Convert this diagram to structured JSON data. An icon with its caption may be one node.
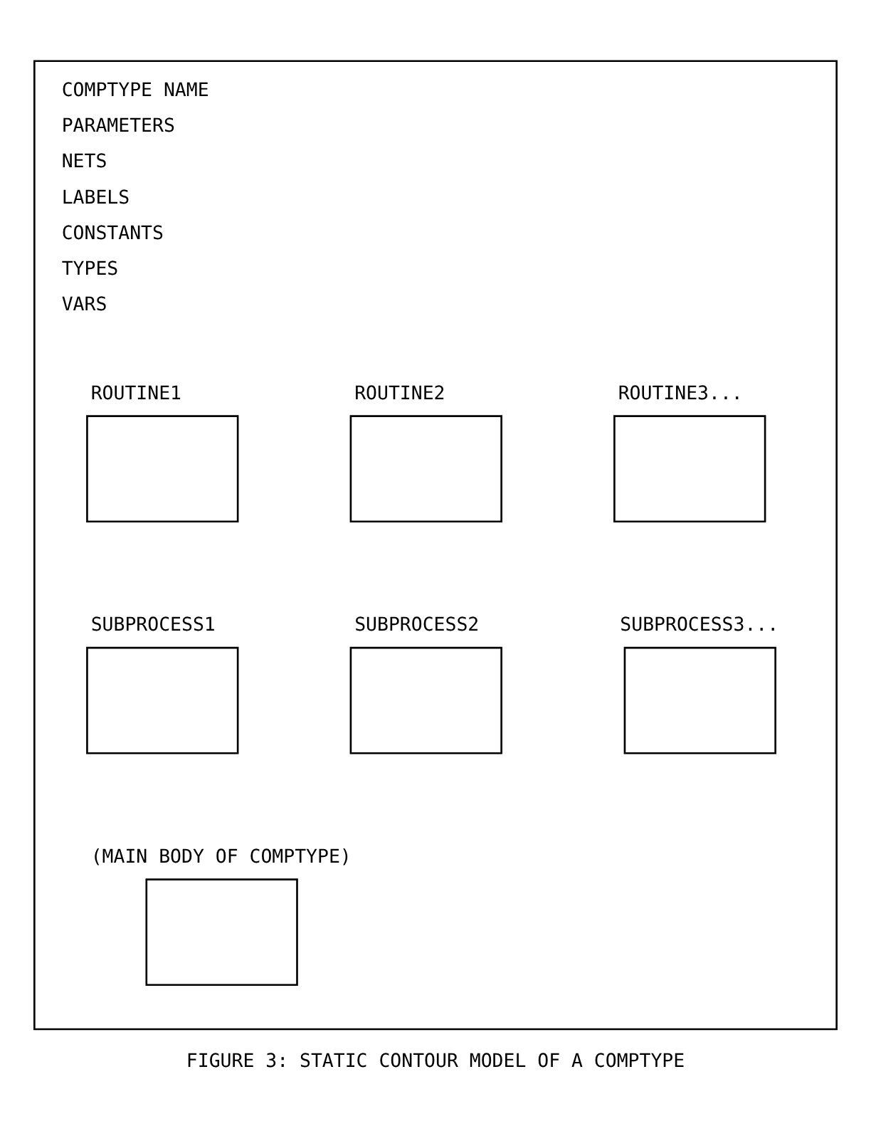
{
  "diagram": {
    "caption": "FIGURE 3: STATIC CONTOUR MODEL OF A COMPTYPE",
    "nodes": [
      {
        "text": [
          "COMPTYPE NAME",
          "PARAMETERS",
          "NETS",
          "LABELS",
          "CONSTANTS",
          "TYPES",
          "VARS"
        ]
      },
      {
        "text": [
          "ROUTINE1"
        ],
        "in": 0
      },
      {
        "text": [
          "ROUTINE2"
        ],
        "in": 0
      },
      {
        "text": [
          "ROUTINE3..."
        ],
        "in": 0
      },
      {
        "text": [
          "SUBPROCESS1"
        ],
        "in": 0
      },
      {
        "text": [
          "SUBPROCESS2"
        ],
        "in": 0
      },
      {
        "text": [
          "SUBPROCESS3..."
        ],
        "in": 0
      },
      {
        "text": [
          "(MAIN BODY OF COMPTYPE)"
        ],
        "in": 0
      }
    ],
    "edges": []
  }
}
